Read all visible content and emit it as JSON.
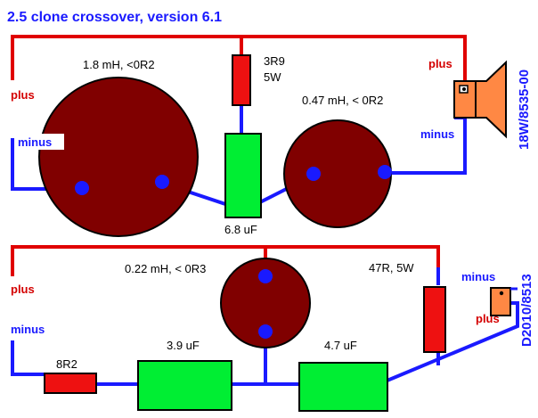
{
  "title": "2.5 clone crossover, version 6.1",
  "colors": {
    "positive_wire": "#e00000",
    "negative_wire": "#1a1aff",
    "inductor": "#800000",
    "capacitor": "#00ee33",
    "resistor": "#ee1111",
    "driver": "#ff8844"
  },
  "woofer_section": {
    "driver_label": "18W/8535-00",
    "plus_left": "plus",
    "minus_left": "minus",
    "plus_right": "plus",
    "minus_right": "minus",
    "inductor_1": "1.8 mH, <0R2",
    "resistor_1_line1": "3R9",
    "resistor_1_line2": "5W",
    "inductor_2": "0.47 mH, < 0R2",
    "capacitor_1": "6.8 uF"
  },
  "tweeter_section": {
    "driver_label": "D2010/8513",
    "plus_left": "plus",
    "minus_left": "minus",
    "plus_right": "plus",
    "minus_right": "minus",
    "inductor_1": "0.22 mH, < 0R3",
    "resistor_1": "47R, 5W",
    "resistor_2": "8R2",
    "capacitor_1": "3.9 uF",
    "capacitor_2": "4.7 uF"
  }
}
